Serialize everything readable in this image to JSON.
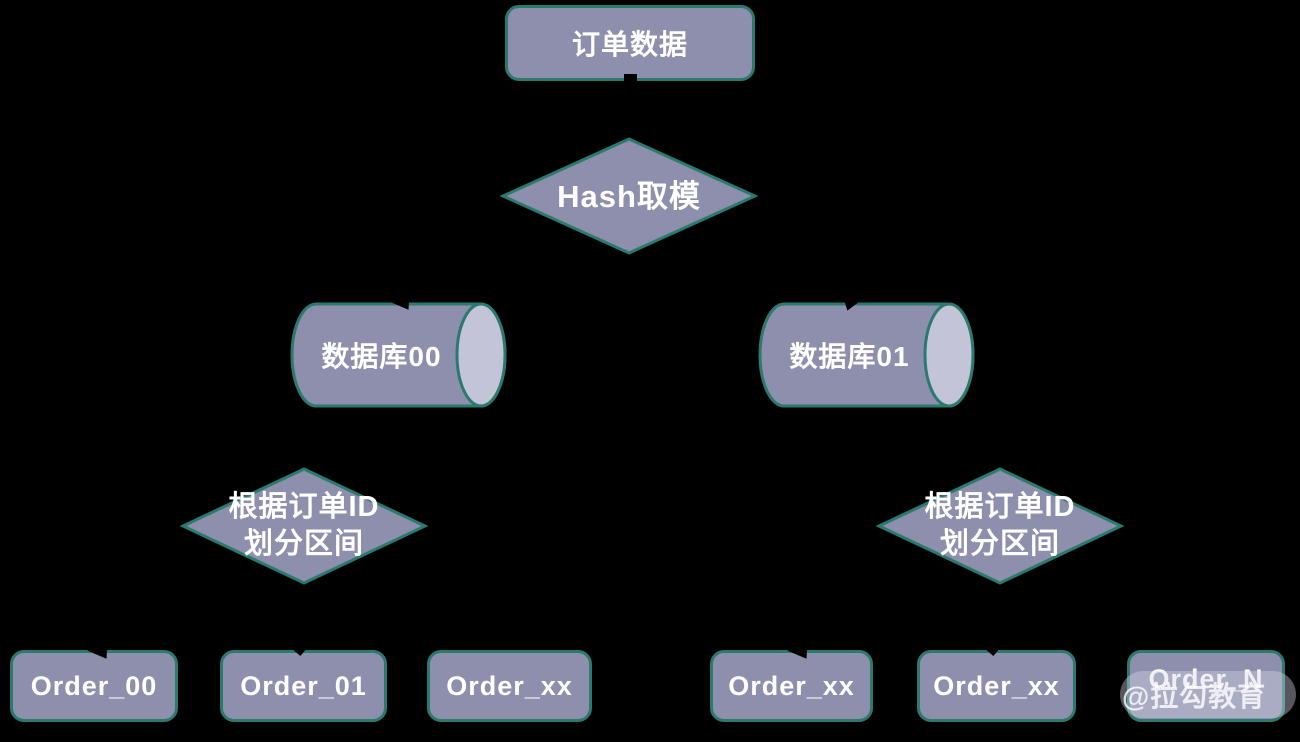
{
  "diagram": {
    "title_node": {
      "label": "订单数据"
    },
    "hash_node": {
      "label": "Hash取模"
    },
    "databases": [
      {
        "label": "数据库00"
      },
      {
        "label": "数据库01"
      }
    ],
    "split_nodes": [
      {
        "line1": "根据订单ID",
        "line2": "划分区间"
      },
      {
        "line1": "根据订单ID",
        "line2": "划分区间"
      }
    ],
    "tables": [
      {
        "label": "Order_00"
      },
      {
        "label": "Order_01"
      },
      {
        "label": "Order_xx"
      },
      {
        "label": "Order_xx"
      },
      {
        "label": "Order_xx"
      },
      {
        "label": "Order_N"
      }
    ]
  },
  "watermark": {
    "text": "@拉勾教育"
  },
  "colors": {
    "background": "#000000",
    "shape_fill": "#8d8fac",
    "shape_border": "#2b7a6e",
    "cylinder_cap_fill": "#c3c4d8",
    "text": "#ffffff"
  }
}
